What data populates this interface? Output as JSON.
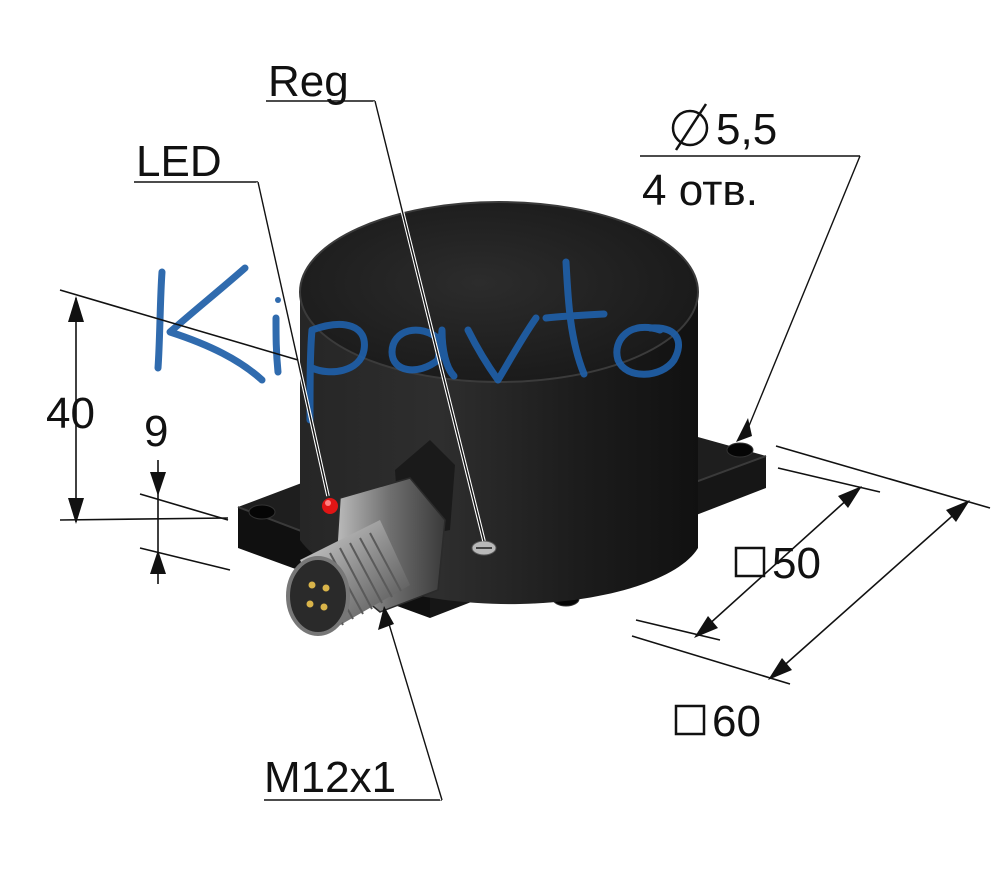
{
  "labels": {
    "reg": "Reg",
    "led": "LED",
    "hole_diameter": "5,5",
    "hole_count": "4 отв.",
    "height": "40",
    "flange_height": "9",
    "inner_square": "50",
    "outer_square": "60",
    "connector": "M12x1"
  },
  "watermark": "Kipavto",
  "colors": {
    "body": "#1b1b1b",
    "flange": "#141414",
    "led": "#e01515",
    "watermark": "#1f5fa8",
    "connector_metal": "#9a9a9a"
  },
  "symbols": {
    "diameter": "diameter-symbol",
    "square": "square-symbol"
  }
}
